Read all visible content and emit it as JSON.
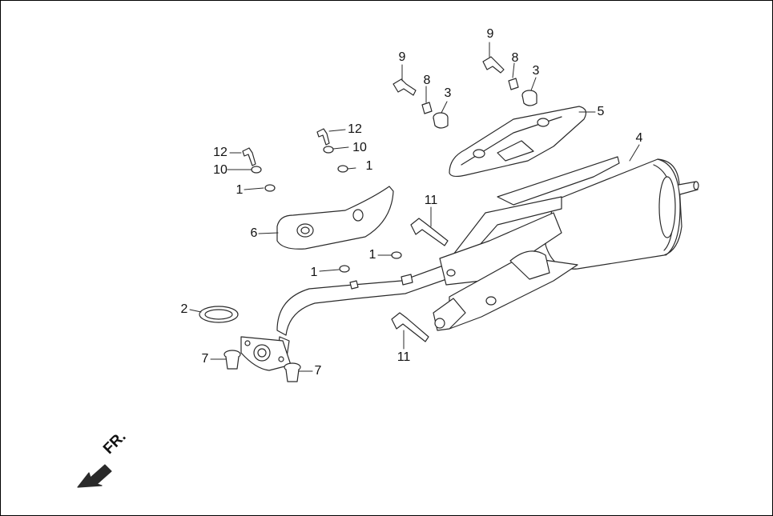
{
  "callouts": {
    "c1a": "1",
    "c1b": "1",
    "c1c": "1",
    "c1d": "1",
    "c2": "2",
    "c3a": "3",
    "c3b": "3",
    "c4": "4",
    "c5": "5",
    "c6": "6",
    "c7a": "7",
    "c7b": "7",
    "c8a": "8",
    "c8b": "8",
    "c9a": "9",
    "c9b": "9",
    "c10a": "10",
    "c10b": "10",
    "c11a": "11",
    "c11b": "11",
    "c12a": "12",
    "c12b": "12"
  },
  "direction": {
    "label": "FR."
  },
  "colors": {
    "line": "#2a2a2a",
    "fill": "#ffffff",
    "shade": "#e6e6e6"
  }
}
